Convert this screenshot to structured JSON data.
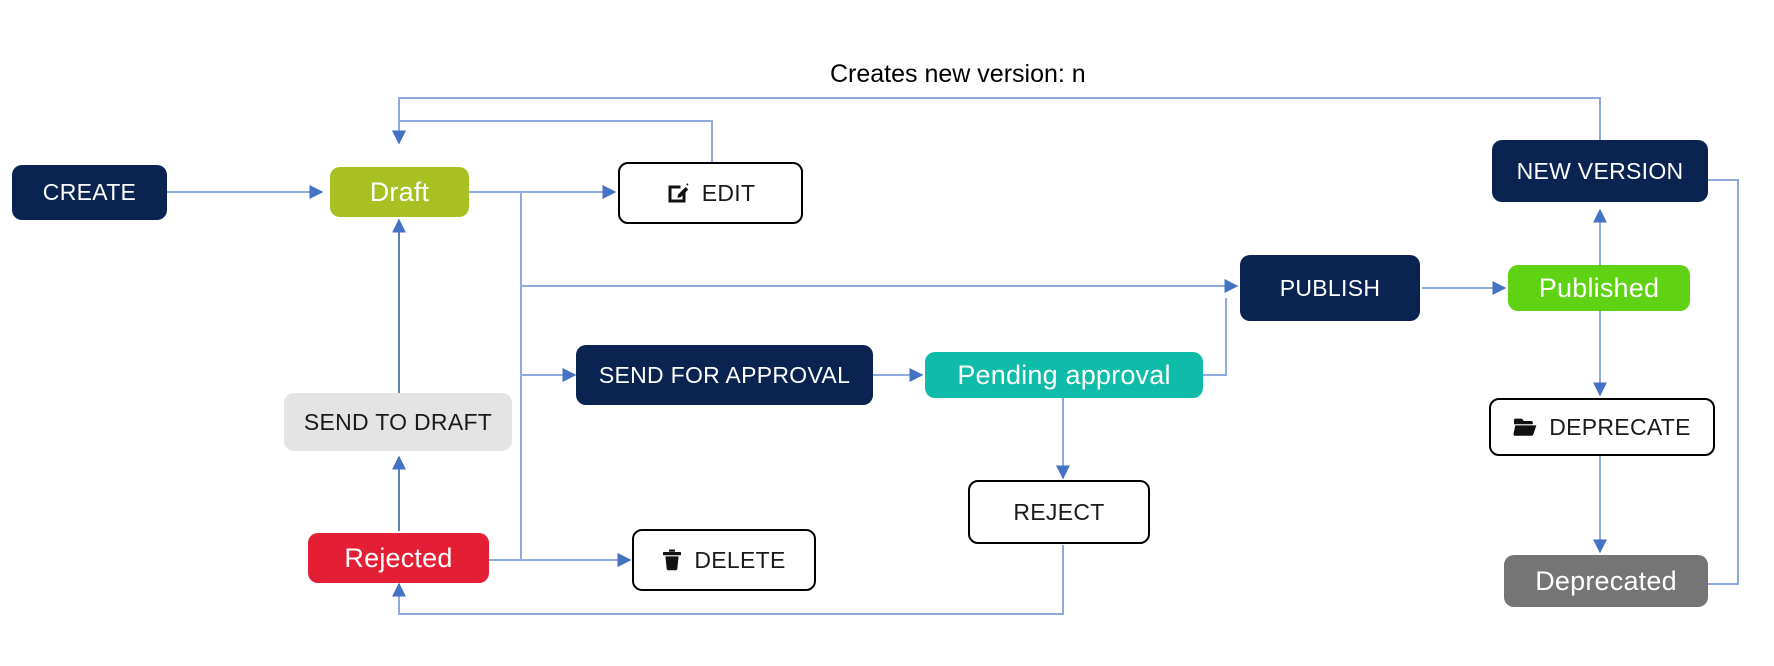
{
  "diagram": {
    "title_label": "Creates new version: n",
    "colors": {
      "state_draft": "#A9C023",
      "state_pending": "#0FBBA9",
      "state_published": "#5FD313",
      "state_rejected": "#E41E35",
      "state_deprecated": "#757575",
      "action_primary": "#0B2350",
      "action_muted": "#E4E4E4",
      "edge": "#8FAADC",
      "text_light": "#FFFFFF",
      "text_dark": "#1A1A1A"
    },
    "nodes": [
      {
        "id": "create",
        "label": "CREATE",
        "kind": "action-primary",
        "icon": ""
      },
      {
        "id": "draft",
        "label": "Draft",
        "kind": "state",
        "icon": ""
      },
      {
        "id": "edit",
        "label": "EDIT",
        "kind": "action-outline",
        "icon": "edit-pencil-icon"
      },
      {
        "id": "publish",
        "label": "PUBLISH",
        "kind": "action-primary",
        "icon": ""
      },
      {
        "id": "published",
        "label": "Published",
        "kind": "state",
        "icon": ""
      },
      {
        "id": "send-for-approval",
        "label": "SEND FOR APPROVAL",
        "kind": "action-primary",
        "icon": ""
      },
      {
        "id": "pending-approval",
        "label": "Pending approval",
        "kind": "state",
        "icon": ""
      },
      {
        "id": "send-to-draft",
        "label": "SEND TO DRAFT",
        "kind": "action-muted",
        "icon": ""
      },
      {
        "id": "reject",
        "label": "REJECT",
        "kind": "action-outline",
        "icon": ""
      },
      {
        "id": "rejected",
        "label": "Rejected",
        "kind": "state",
        "icon": ""
      },
      {
        "id": "delete",
        "label": "DELETE",
        "kind": "action-outline",
        "icon": "trash-icon"
      },
      {
        "id": "new-version",
        "label": "NEW VERSION",
        "kind": "action-primary",
        "icon": ""
      },
      {
        "id": "deprecate",
        "label": "DEPRECATE",
        "kind": "action-outline",
        "icon": "folder-icon"
      },
      {
        "id": "deprecated",
        "label": "Deprecated",
        "kind": "state",
        "icon": ""
      }
    ],
    "edges": [
      {
        "from": "create",
        "to": "draft",
        "label": ""
      },
      {
        "from": "draft",
        "to": "edit",
        "label": ""
      },
      {
        "from": "edit",
        "to": "draft",
        "label": ""
      },
      {
        "from": "draft",
        "to": "publish",
        "label": ""
      },
      {
        "from": "publish",
        "to": "published",
        "label": ""
      },
      {
        "from": "draft",
        "to": "send-for-approval",
        "label": ""
      },
      {
        "from": "send-for-approval",
        "to": "pending-approval",
        "label": ""
      },
      {
        "from": "pending-approval",
        "to": "publish",
        "label": ""
      },
      {
        "from": "pending-approval",
        "to": "reject",
        "label": ""
      },
      {
        "from": "reject",
        "to": "rejected",
        "label": ""
      },
      {
        "from": "rejected",
        "to": "send-to-draft",
        "label": ""
      },
      {
        "from": "send-to-draft",
        "to": "draft",
        "label": ""
      },
      {
        "from": "draft",
        "to": "delete",
        "label": ""
      },
      {
        "from": "rejected",
        "to": "delete",
        "label": ""
      },
      {
        "from": "published",
        "to": "new-version",
        "label": ""
      },
      {
        "from": "new-version",
        "to": "draft",
        "label": "Creates new version: n"
      },
      {
        "from": "published",
        "to": "deprecate",
        "label": ""
      },
      {
        "from": "deprecate",
        "to": "deprecated",
        "label": ""
      },
      {
        "from": "deprecated",
        "to": "new-version",
        "label": ""
      }
    ]
  }
}
